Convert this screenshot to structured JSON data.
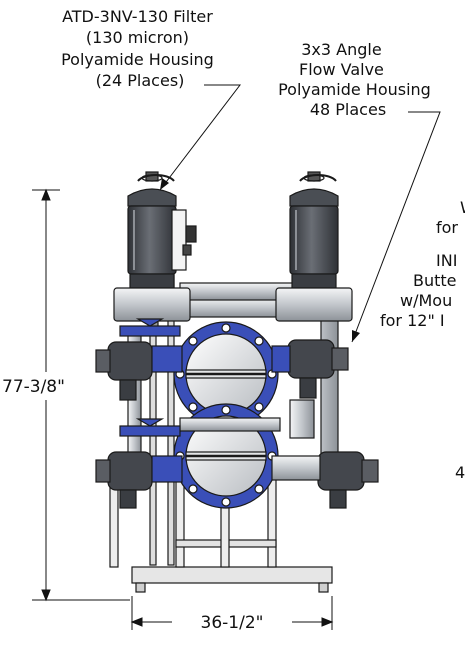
{
  "callouts": {
    "filter": [
      "ATD-3NV-130 Filter",
      "(130 micron)",
      "Polyamide Housing",
      "(24 Places)"
    ],
    "valve": [
      "3x3 Angle",
      "Flow Valve",
      "Polyamide Housing",
      "48 Places"
    ],
    "right_partial_1": [
      "W",
      "for"
    ],
    "right_partial_2": [
      "INI",
      "Butte",
      "w/Mou",
      "for 12\" I"
    ],
    "right_partial_3": [
      "4"
    ]
  },
  "dimensions": {
    "height": "77-3/8\"",
    "width": "36-1/2\""
  },
  "colors": {
    "filter_dark": "#3f4248",
    "valve_blue": "#3a4fb8",
    "pipe_gray": "#c9ccd0",
    "frame": "#e8e8e8",
    "outline": "#1a1a1a"
  }
}
